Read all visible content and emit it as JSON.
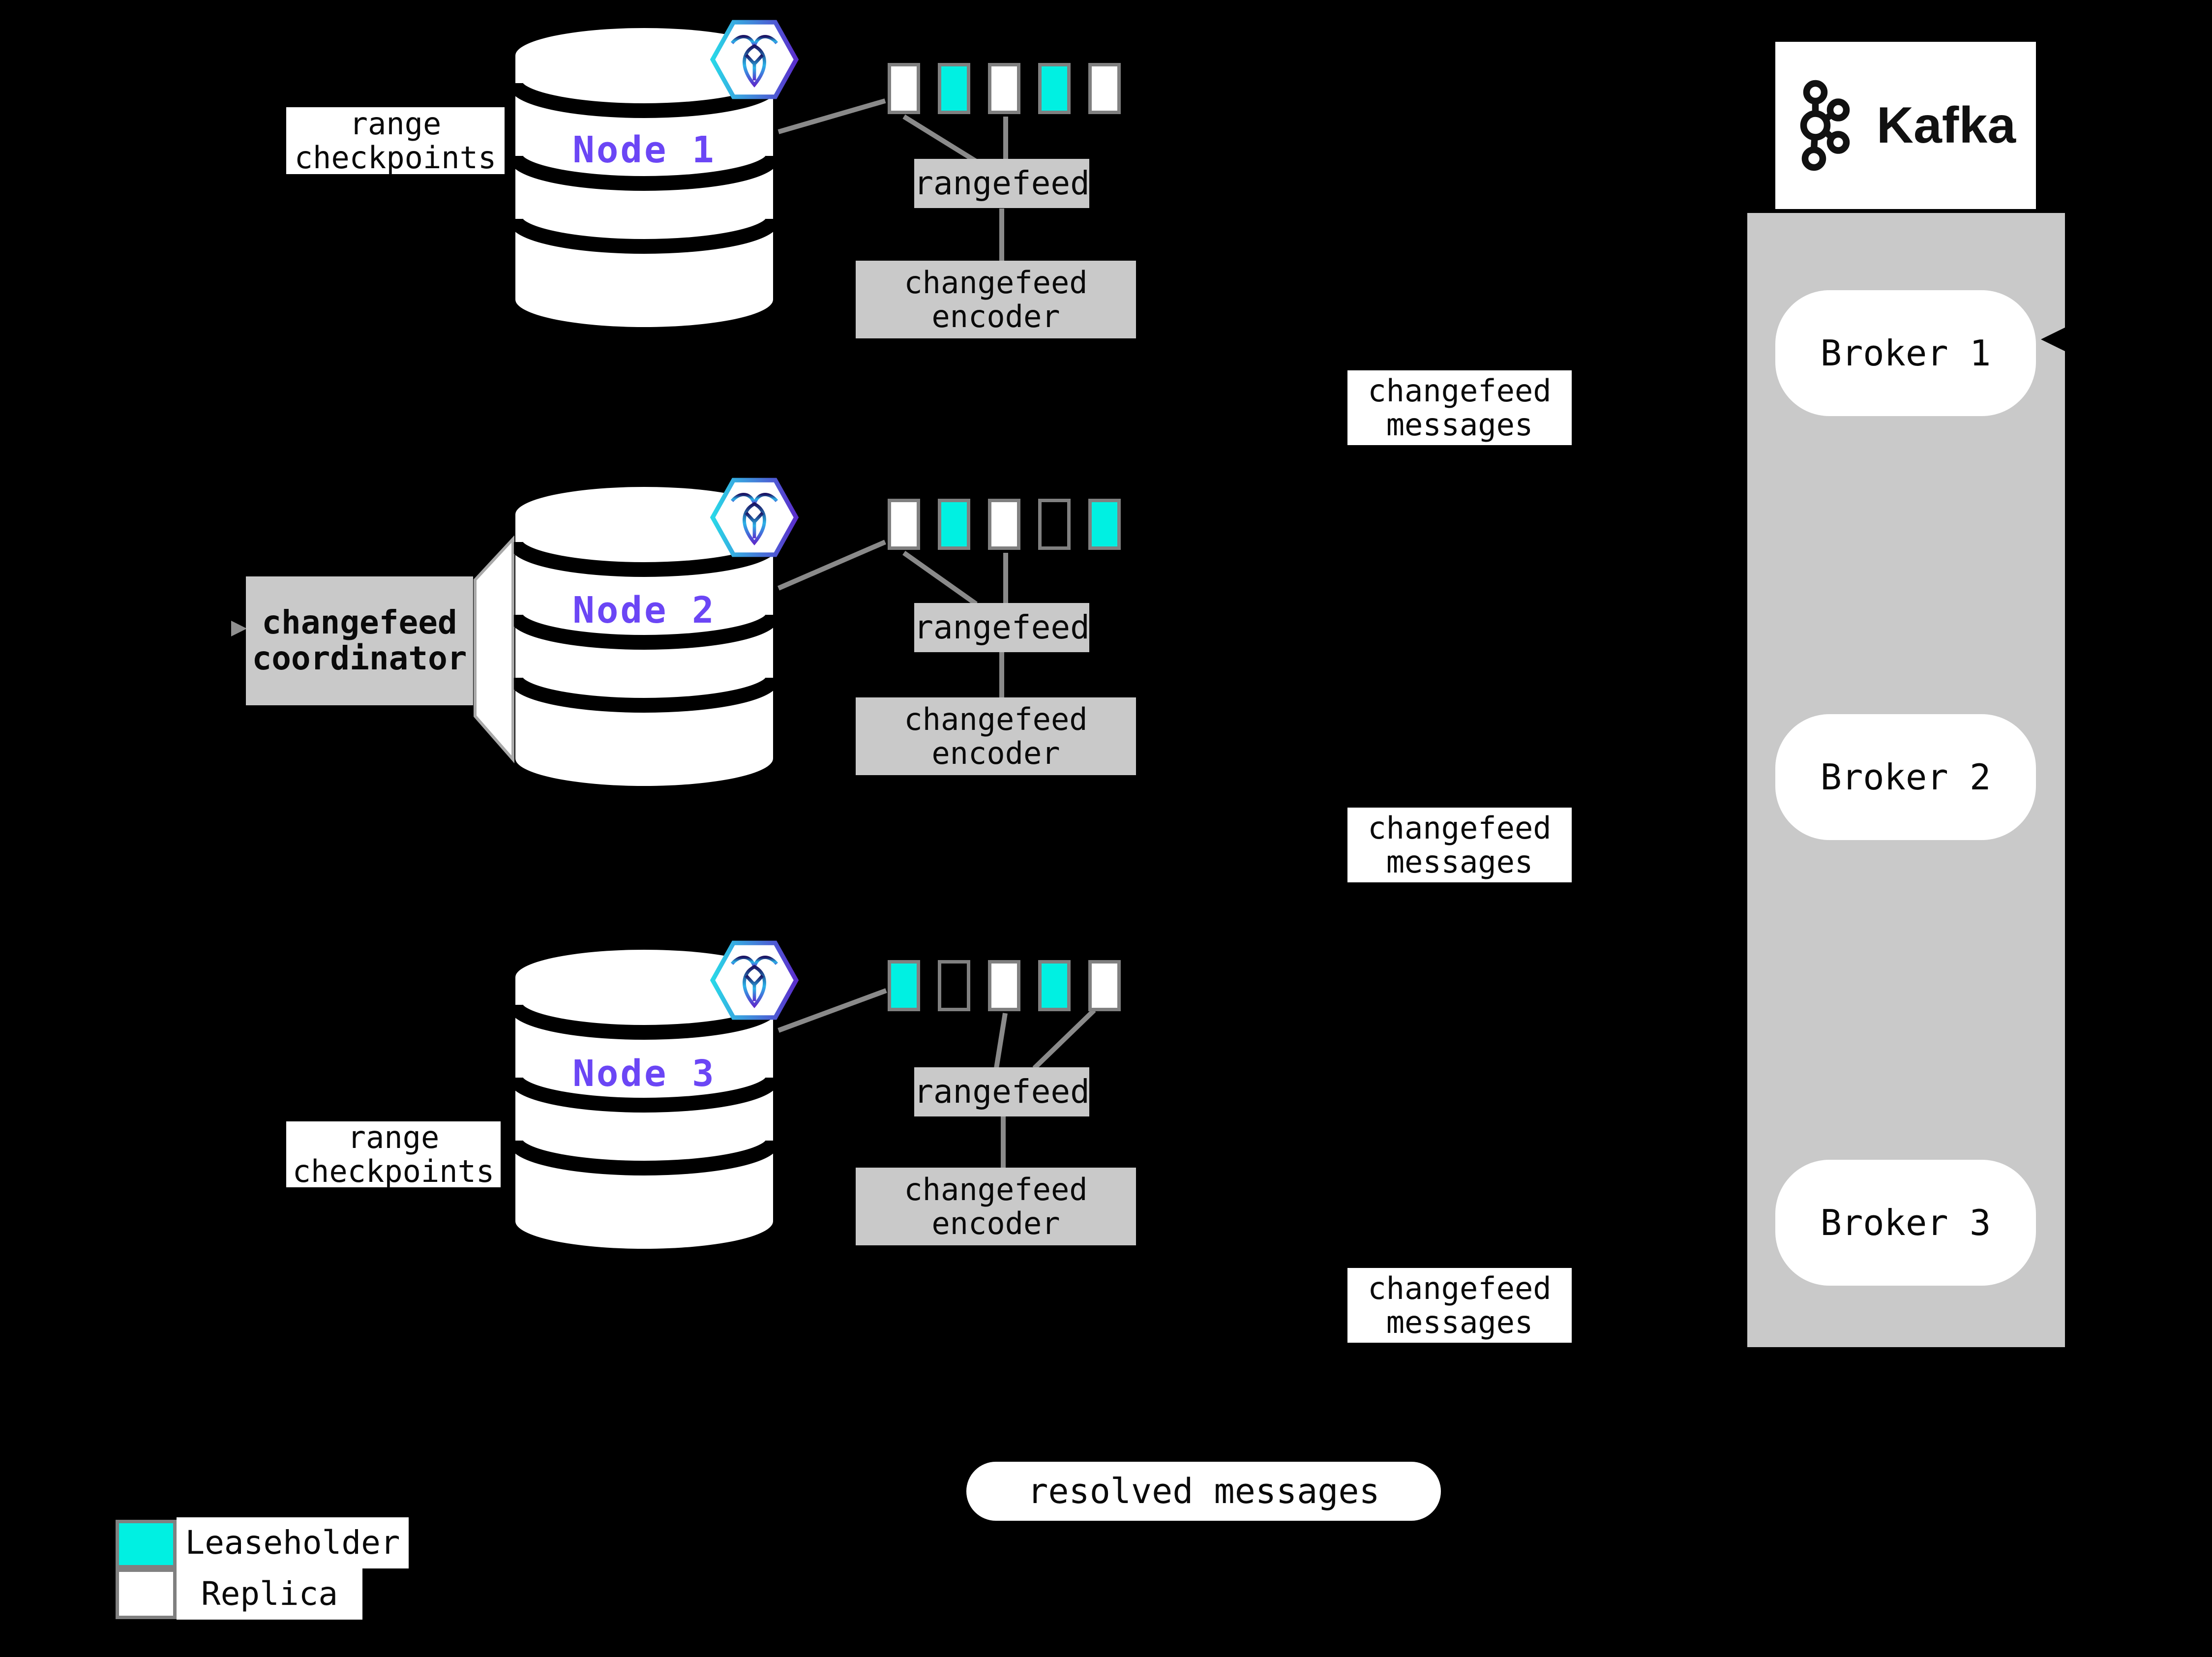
{
  "labels": {
    "range_checkpoints": [
      "range",
      "checkpoints"
    ],
    "rangefeed": "rangefeed",
    "changefeed_encoder": [
      "changefeed",
      "encoder"
    ],
    "changefeed_messages": [
      "changefeed",
      "messages"
    ],
    "changefeed_coordinator": [
      "changefeed",
      "coordinator"
    ],
    "resolved_messages": "resolved messages"
  },
  "nodes": [
    {
      "label": "Node 1",
      "ranges": [
        "replica",
        "leaseholder",
        "replica",
        "leaseholder",
        "replica"
      ]
    },
    {
      "label": "Node 2",
      "ranges": [
        "replica",
        "leaseholder",
        "replica",
        "empty",
        "leaseholder"
      ]
    },
    {
      "label": "Node 3",
      "ranges": [
        "leaseholder",
        "empty",
        "replica",
        "leaseholder",
        "replica"
      ]
    }
  ],
  "kafka": {
    "brand": "Kafka",
    "brokers": [
      {
        "label": "Broker 1"
      },
      {
        "label": "Broker 2"
      },
      {
        "label": "Broker 3"
      }
    ]
  },
  "legend": {
    "items": [
      {
        "label": "Leaseholder",
        "type": "leaseholder"
      },
      {
        "label": "Replica",
        "type": "replica"
      }
    ]
  },
  "colors": {
    "leaseholder": "#00F0E2",
    "replica": "#FFFFFF",
    "empty": "#000000",
    "node_label": "#6B46F5",
    "box_gray": "#C9C9C9",
    "line_gray": "#8A8A8A",
    "border_gray": "#808080",
    "background": "#000000"
  }
}
